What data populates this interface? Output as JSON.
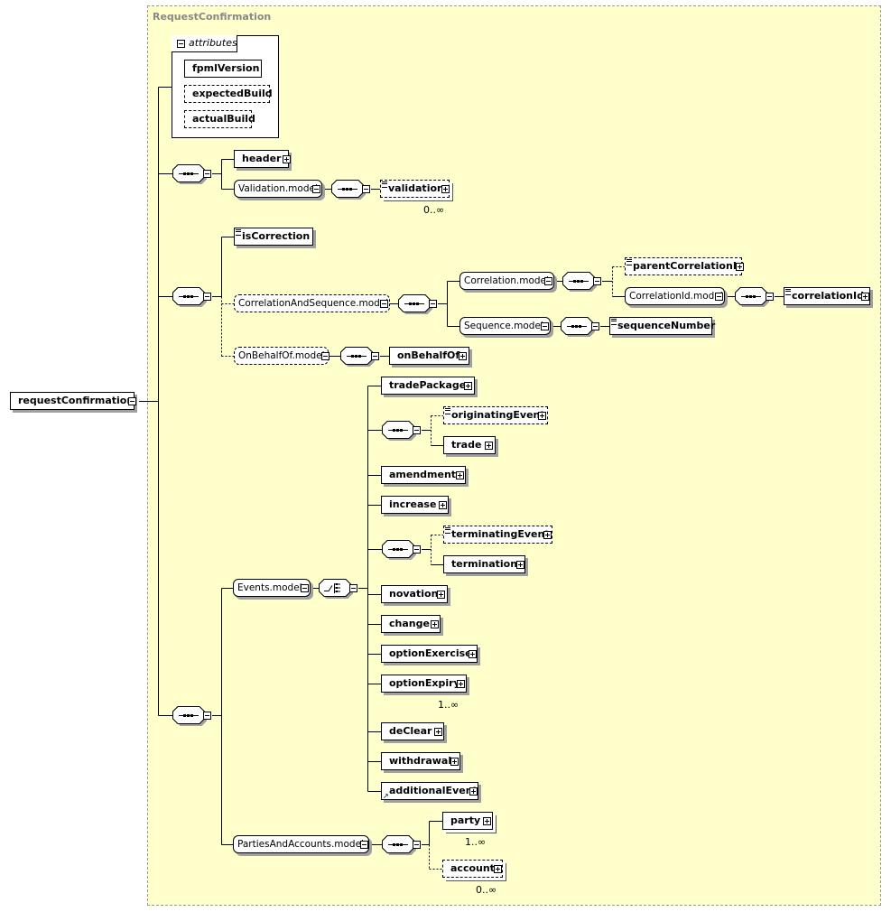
{
  "diagram": {
    "type_name": "RequestConfirmation",
    "root": "requestConfirmation",
    "attributes_label": "attributes",
    "attributes": [
      "fpmlVersion",
      "expectedBuild",
      "actualBuild"
    ],
    "elements": {
      "header": "header",
      "validation_model": "Validation.model",
      "validation": "validation",
      "validation_card": "0..∞",
      "isCorrection": "isCorrection",
      "correlation_and_sequence_model": "CorrelationAndSequence.model",
      "correlation_model": "Correlation.model",
      "parentCorrelationId": "parentCorrelationId",
      "correlationId_model": "CorrelationId.model",
      "correlationId": "correlationId",
      "sequence_model": "Sequence.model",
      "sequenceNumber": "sequenceNumber",
      "onBehalfOf_model": "OnBehalfOf.model",
      "onBehalfOf": "onBehalfOf",
      "events_model": "Events.model",
      "tradePackage": "tradePackage",
      "originatingEvent": "originatingEvent",
      "trade": "trade",
      "amendment": "amendment",
      "increase": "increase",
      "terminatingEvent": "terminatingEvent",
      "termination": "termination",
      "novation": "novation",
      "change": "change",
      "optionExercise": "optionExercise",
      "optionExpiry": "optionExpiry",
      "optionExpiry_card": "1..∞",
      "deClear": "deClear",
      "withdrawal": "withdrawal",
      "additionalEvent": "additionalEvent",
      "parties_and_accounts_model": "PartiesAndAccounts.model",
      "party": "party",
      "party_card": "1..∞",
      "account": "account",
      "account_card": "0..∞"
    }
  }
}
